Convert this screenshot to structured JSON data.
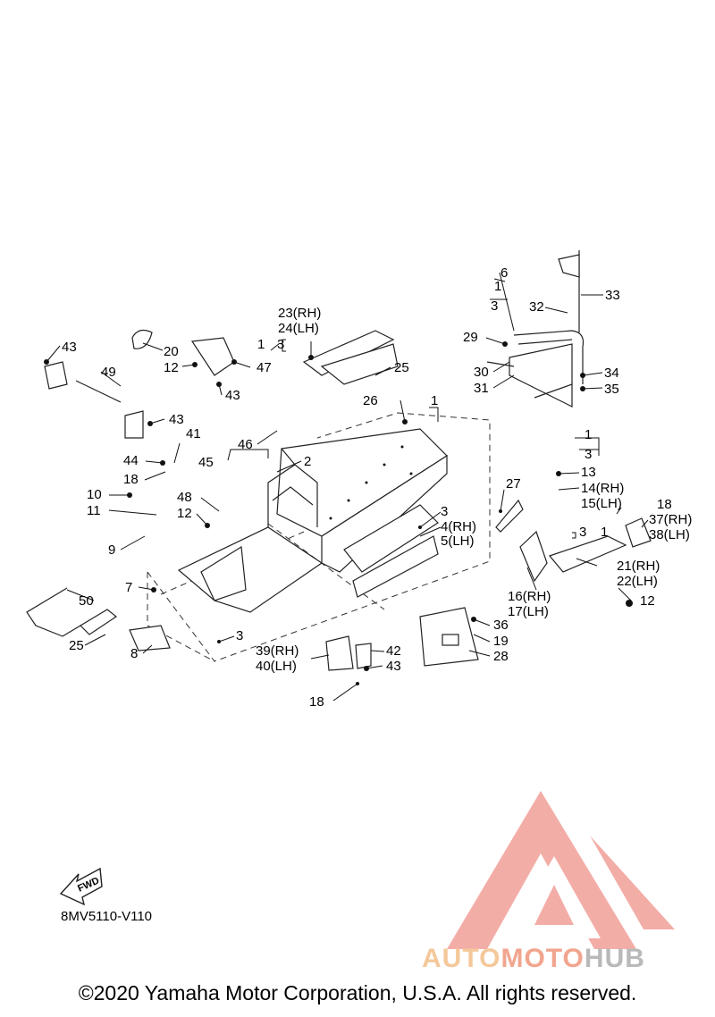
{
  "diagram": {
    "callouts": {
      "c1a": "1",
      "c1b": "1",
      "c1c": "1",
      "c1d": "1",
      "c1e": "1",
      "c2": "2",
      "c3a": "3",
      "c3b": "3",
      "c3c": "3",
      "c3d": "3",
      "c3e": "3",
      "c3f": "3",
      "c4": "4(RH)",
      "c5": "5(LH)",
      "c6": "6",
      "c7": "7",
      "c8": "8",
      "c9": "9",
      "c10": "10",
      "c11": "11",
      "c12a": "12",
      "c12b": "12",
      "c12c": "12",
      "c13": "13",
      "c14": "14(RH)",
      "c15": "15(LH)",
      "c16": "16(RH)",
      "c17": "17(LH)",
      "c18a": "18",
      "c18b": "18",
      "c18c": "18",
      "c19": "19",
      "c20": "20",
      "c21": "21(RH)",
      "c22": "22(LH)",
      "c23": "23(RH)",
      "c24": "24(LH)",
      "c25a": "25",
      "c25b": "25",
      "c26": "26",
      "c27": "27",
      "c28": "28",
      "c29": "29",
      "c30": "30",
      "c31": "31",
      "c32": "32",
      "c33": "33",
      "c34": "34",
      "c35": "35",
      "c36": "36",
      "c37": "37(RH)",
      "c38": "38(LH)",
      "c39": "39(RH)",
      "c40": "40(LH)",
      "c41": "41",
      "c42": "42",
      "c43a": "43",
      "c43b": "43",
      "c43c": "43",
      "c43d": "43",
      "c44": "44",
      "c45": "45",
      "c46": "46",
      "c47": "47",
      "c48": "48",
      "c49": "49",
      "c50": "50"
    },
    "fwd_label": "FWD",
    "diagram_code": "8MV5110-V110"
  },
  "watermark": {
    "part1": "AUTO",
    "part2": "MOTO",
    "part3": "HUB",
    "colors": {
      "auto": "#f4c89a",
      "moto": "#f2a58e",
      "hub": "#b9b9b9",
      "logo": "#f0928a"
    }
  },
  "footer": {
    "copyright": "©2020 Yamaha Motor Corporation, U.S.A. All rights reserved."
  }
}
